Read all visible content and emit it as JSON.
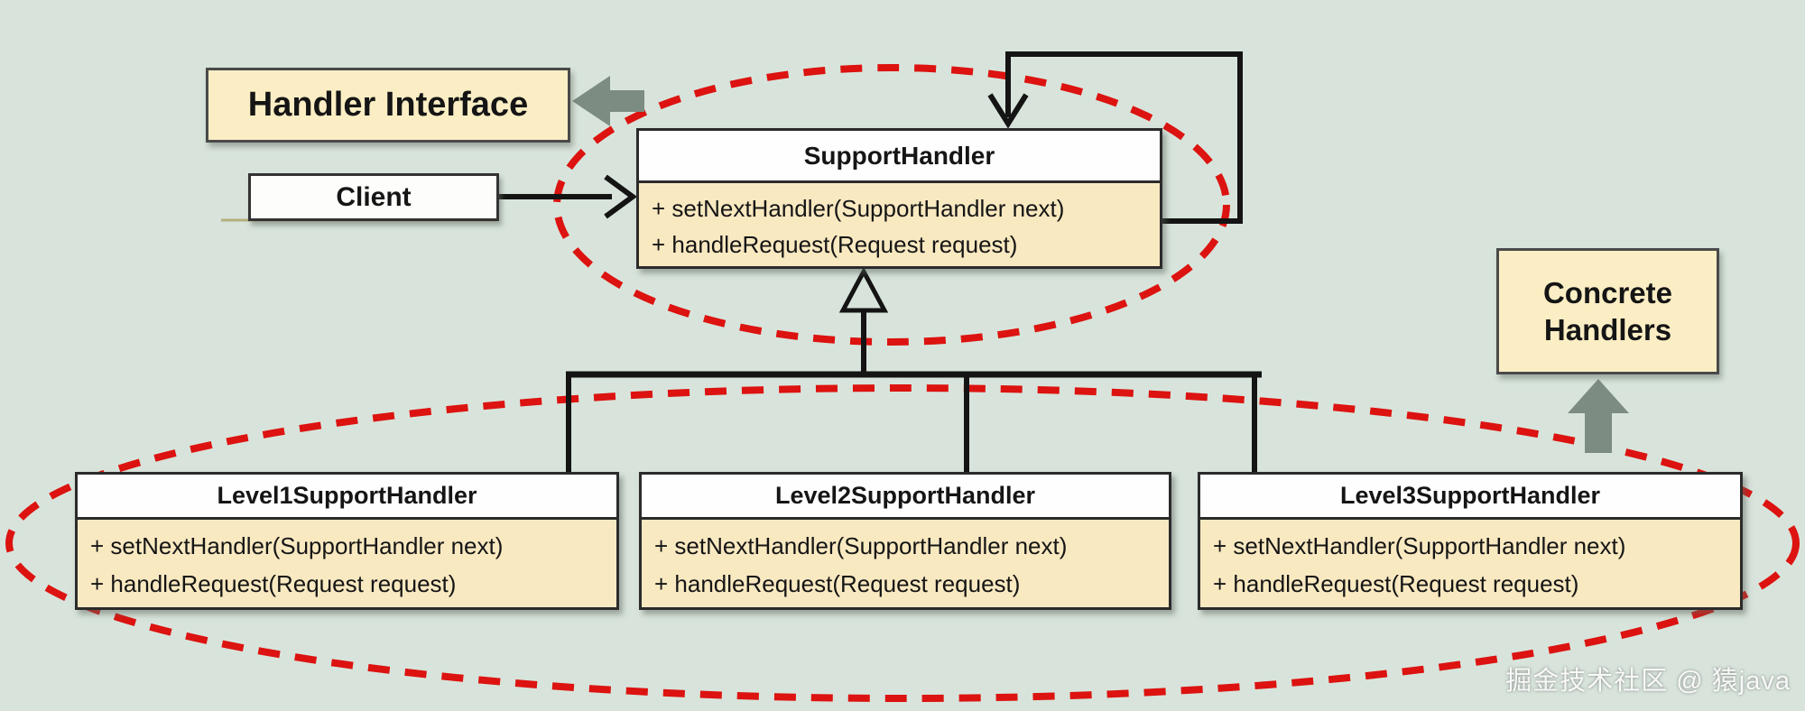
{
  "colors": {
    "background": "#d8e4db",
    "label_fill": "#fbeec4",
    "class_header_fill": "#fefefe",
    "class_body_fill": "#f9e9c1",
    "dashed_ellipse": "#dc1310",
    "block_arrow": "#7d8c82",
    "line": "#141414"
  },
  "annotations": {
    "handler_interface_label": "Handler Interface",
    "concrete_handlers_label": "Concrete Handlers",
    "client_label": "Client"
  },
  "classes": [
    {
      "name": "SupportHandler",
      "methods": [
        "+ setNextHandler(SupportHandler next)",
        "+ handleRequest(Request request)"
      ]
    },
    {
      "name": "Level1SupportHandler",
      "methods": [
        "+ setNextHandler(SupportHandler next)",
        "+ handleRequest(Request request)"
      ]
    },
    {
      "name": "Level2SupportHandler",
      "methods": [
        "+ setNextHandler(SupportHandler next)",
        "+ handleRequest(Request request)"
      ]
    },
    {
      "name": "Level3SupportHandler",
      "methods": [
        "+ setNextHandler(SupportHandler next)",
        "+ handleRequest(Request request)"
      ]
    }
  ],
  "watermark": "掘金技术社区 @ 猿java"
}
